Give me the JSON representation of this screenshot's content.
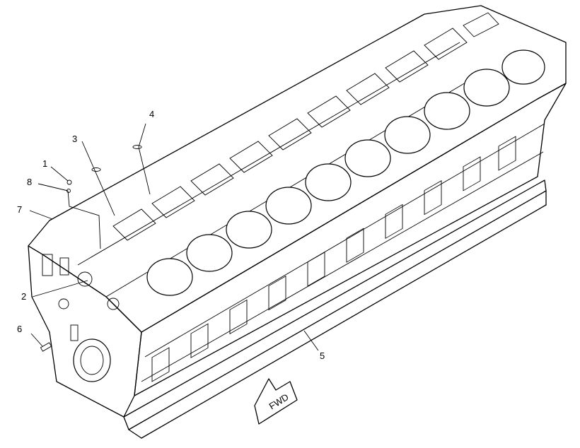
{
  "callouts": [
    {
      "id": "1",
      "label": "1"
    },
    {
      "id": "2",
      "label": "2"
    },
    {
      "id": "3",
      "label": "3"
    },
    {
      "id": "4",
      "label": "4"
    },
    {
      "id": "5",
      "label": "5"
    },
    {
      "id": "6",
      "label": "6"
    },
    {
      "id": "7",
      "label": "7"
    },
    {
      "id": "8",
      "label": "8"
    }
  ],
  "direction_arrow": {
    "label": "FWD"
  }
}
